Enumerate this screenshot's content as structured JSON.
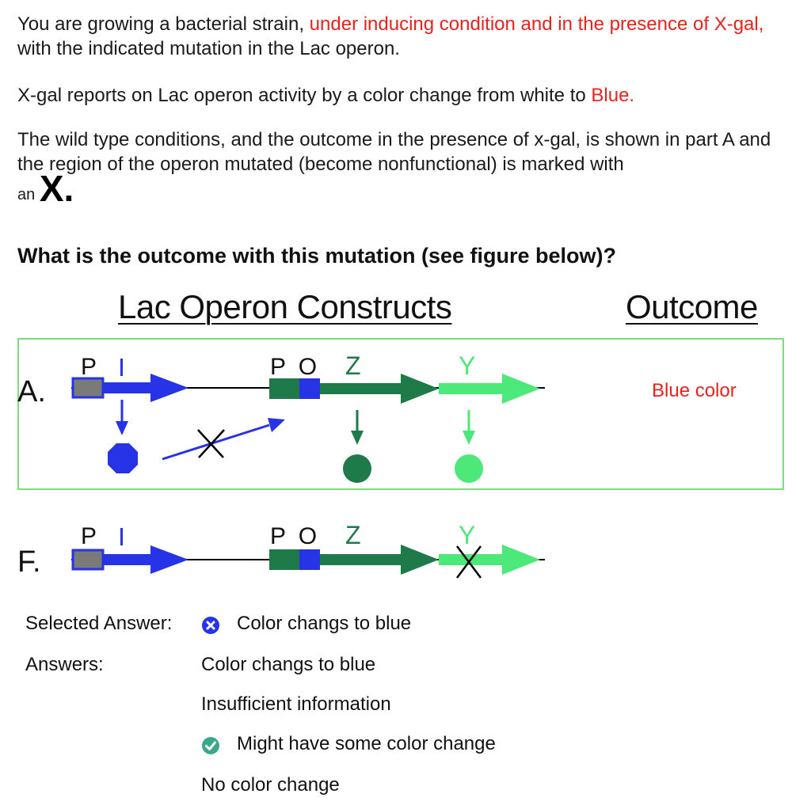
{
  "intro": {
    "line1_pre": "You are growing a bacterial strain, ",
    "line1_red": "under inducing condition and in the presence of X-gal,",
    "line1_post": " with the indicated mutation in the Lac operon.",
    "line2_pre": "X-gal reports on Lac operon activity by a color change from white to ",
    "line2_red": "Blue.",
    "line3": "The wild type conditions, and the outcome in the presence of x-gal, is shown in part A and the region of the operon mutated (become nonfunctional) is marked with",
    "line3_an": "an ",
    "line3_x": "X."
  },
  "question": "What is the outcome with this mutation (see figure below)?",
  "figure": {
    "title_constructs": "Lac Operon Constructs",
    "title_outcome": "Outcome",
    "row_a": {
      "label": "A.",
      "outcome": "Blue color"
    },
    "row_f": {
      "label": "F."
    },
    "gene_labels": {
      "P": "P",
      "I": "I",
      "PO": "P O",
      "Z": "Z",
      "Y": "Y"
    },
    "colors": {
      "blue": "#2633e6",
      "dark_green": "#1f7a4a",
      "light_green": "#4ce87a",
      "gray": "#7a7a7a",
      "box_border": "#7ddc7d",
      "red": "#e8231c"
    }
  },
  "answers": {
    "selected_label": "Selected Answer:",
    "selected_value": "Color changs to blue",
    "selected_icon": "incorrect-x-icon",
    "answers_label": "Answers:",
    "options": [
      {
        "text": "Color changs to blue",
        "icon": ""
      },
      {
        "text": "Insufficient information",
        "icon": ""
      },
      {
        "text": "Might have some color change",
        "icon": "correct-check-icon"
      },
      {
        "text": "No color change",
        "icon": ""
      }
    ]
  }
}
